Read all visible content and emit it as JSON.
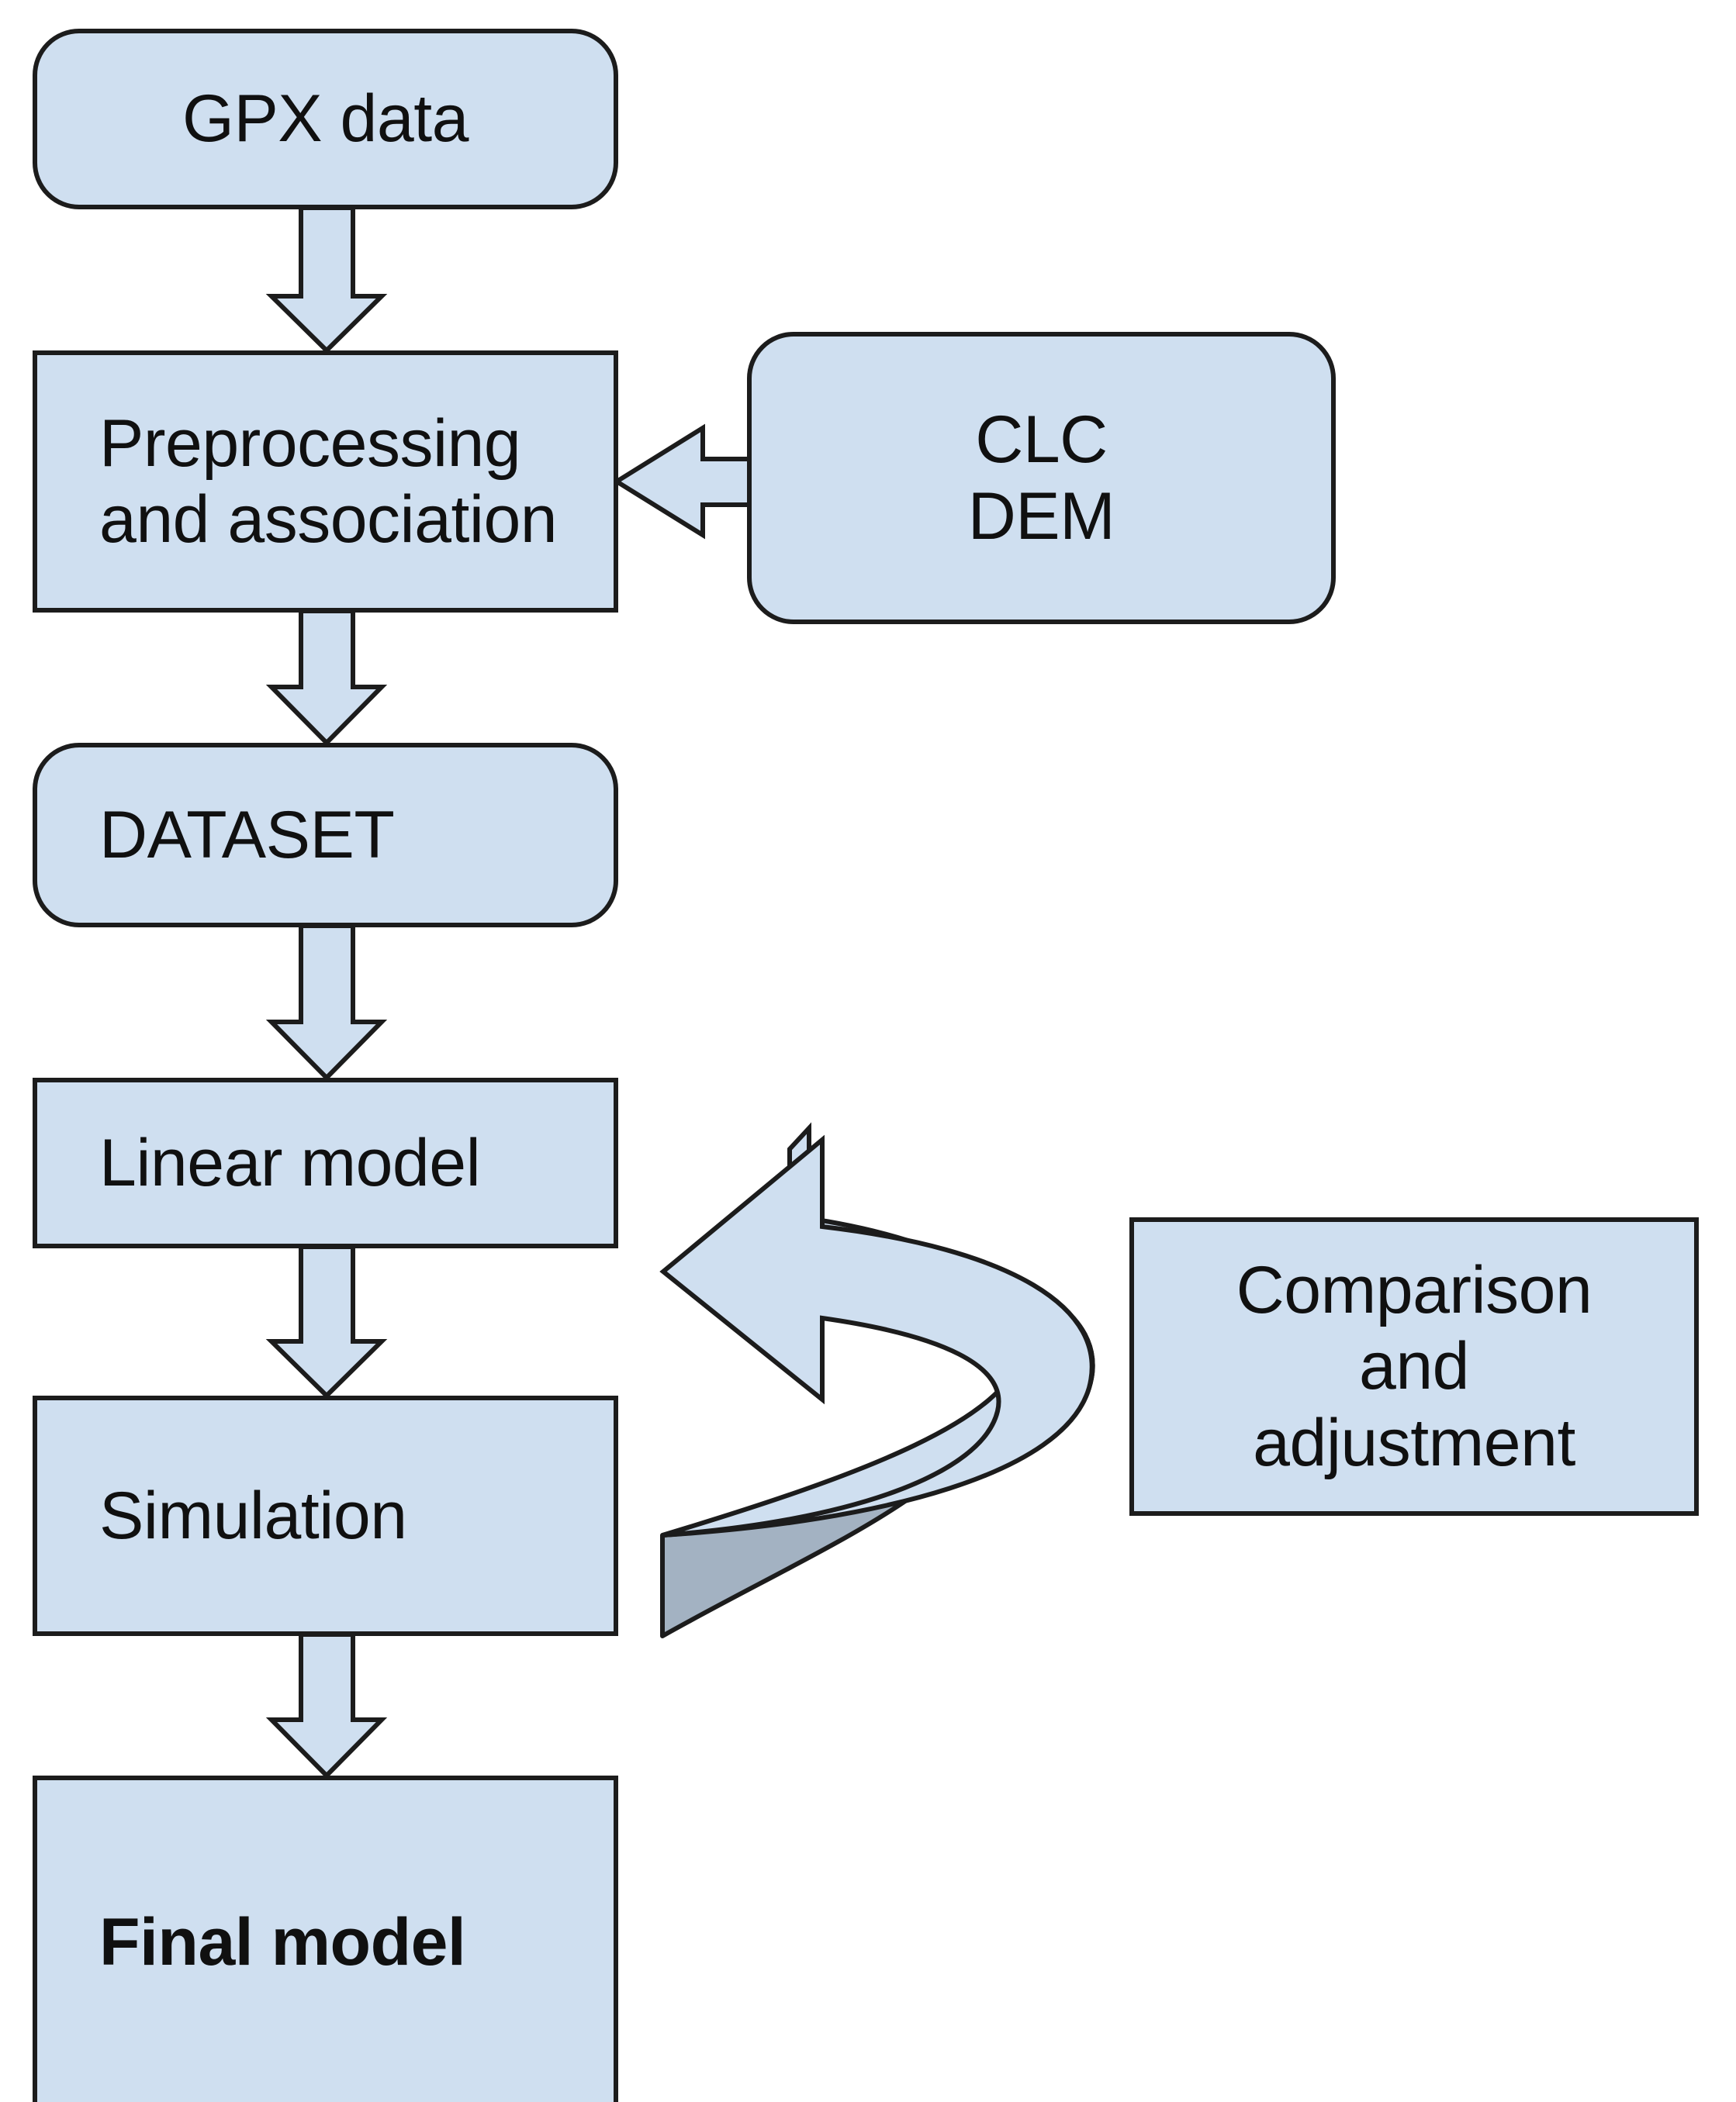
{
  "diagram": {
    "title": "Model development workflow flowchart",
    "colors": {
      "node_fill": "#cfdff0",
      "node_stroke": "#1c1c1c",
      "arrow_fill": "#cfdff0",
      "arrow_shadow_fill": "#a3b2c2",
      "background": "#ffffff"
    },
    "nodes": {
      "gpx": {
        "label": "GPX data",
        "shape": "rounded-rectangle"
      },
      "preprocessing": {
        "label": "Preprocessing\nand association",
        "shape": "rectangle"
      },
      "dataset": {
        "label": "DATASET",
        "shape": "rounded-rectangle"
      },
      "linear_model": {
        "label": "Linear model",
        "shape": "rectangle"
      },
      "simulation": {
        "label": "Simulation",
        "shape": "rectangle"
      },
      "final_model": {
        "label": "Final model",
        "shape": "rectangle",
        "bold": true
      },
      "clc_dem": {
        "label": "CLC\nDEM",
        "shape": "rounded-rectangle"
      },
      "comparison": {
        "label": "Comparison\nand\nadjustment",
        "shape": "rectangle"
      }
    },
    "connectors": [
      {
        "from": "gpx",
        "to": "preprocessing",
        "type": "block-arrow-down"
      },
      {
        "from": "preprocessing",
        "to": "dataset",
        "type": "block-arrow-down"
      },
      {
        "from": "dataset",
        "to": "linear_model",
        "type": "block-arrow-down"
      },
      {
        "from": "linear_model",
        "to": "simulation",
        "type": "block-arrow-down"
      },
      {
        "from": "simulation",
        "to": "final_model",
        "type": "block-arrow-down"
      },
      {
        "from": "clc_dem",
        "to": "preprocessing",
        "type": "block-arrow-left"
      },
      {
        "from": "simulation",
        "to": "linear_model",
        "type": "curved-3d-arrow-loop"
      }
    ]
  }
}
